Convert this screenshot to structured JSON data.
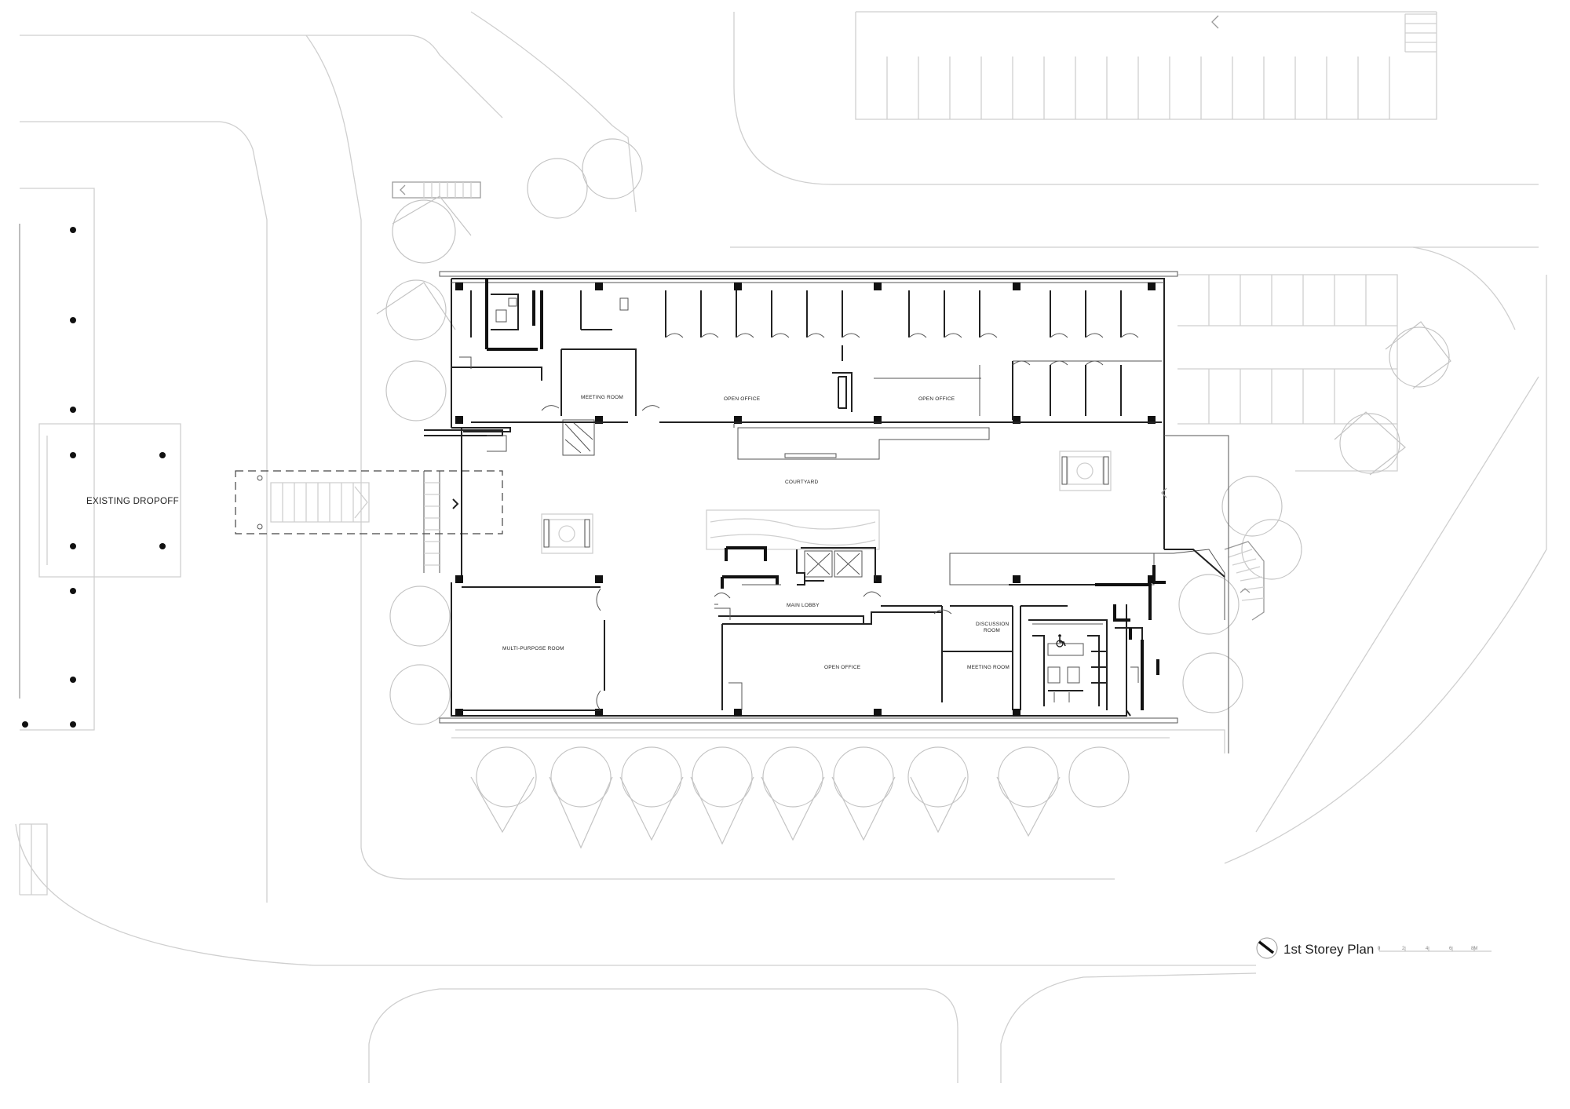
{
  "drawing": {
    "title": "1st Storey Plan",
    "scale_labels": [
      "0",
      "2",
      "4",
      "6",
      "8M"
    ]
  },
  "rooms": {
    "existing_dropoff": "EXISTING DROPOFF",
    "meeting_room_north": "MEETING ROOM",
    "open_office_north_west": "OPEN OFFICE",
    "open_office_north_east": "OPEN OFFICE",
    "courtyard": "COURTYARD",
    "main_lobby": "MAIN LOBBY",
    "multi_purpose_room": "MULTI-PURPOSE ROOM",
    "open_office_south": "OPEN OFFICE",
    "discussion_room_line1": "DISCUSSION",
    "discussion_room_line2": "ROOM",
    "meeting_room_south": "MEETING ROOM"
  },
  "symbols": {
    "north_arrow": "north-arrow-icon",
    "accessible_toilet": "wheelchair-icon"
  },
  "colors": {
    "linework": "#222222",
    "site_lines": "#cfcfcf",
    "background": "#ffffff"
  }
}
